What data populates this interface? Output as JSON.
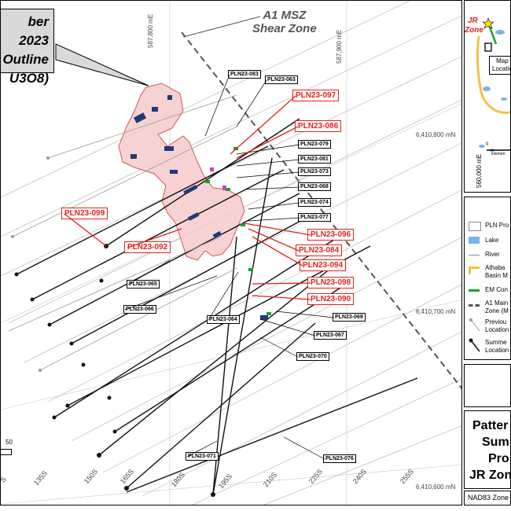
{
  "title_box": {
    "line1": "ber 2023",
    "line2": "Outline",
    "line3": "U3O8)"
  },
  "shear_zone": {
    "line1": "A1 MSZ",
    "line2": "Shear Zone"
  },
  "grid": {
    "easting_labels": [
      "587,800 mE",
      "587,900 mE"
    ],
    "northing_labels": [
      "6,410,800 mN",
      "6,410,700 mN",
      "6,410,600 mN"
    ],
    "section_labels": [
      "135S",
      "150S",
      "165S",
      "180S",
      "195S",
      "210S",
      "225S",
      "240S",
      "255S"
    ],
    "section_label_partial": "S",
    "scale_value": "50"
  },
  "callouts_black": [
    "PLN23-083",
    "PLN23-063",
    "PLN23-079",
    "PLN23-081",
    "PLN23-073",
    "PLN23-068",
    "PLN23-074",
    "PLN23-077",
    "PLN23-065",
    "PLN23-066",
    "PLN23-064",
    "PLN23-069",
    "PLN23-067",
    "PLN23-070",
    "PLN23-071",
    "PLN23-076"
  ],
  "callouts_red": [
    "PLN23-097",
    "PLN23-086",
    "PLN23-099",
    "PLN23-092",
    "PLN23-096",
    "PLN23-084",
    "PLN23-094",
    "PLN23-098",
    "PLN23-090"
  ],
  "colors": {
    "red": "#e2231a",
    "outline_fill": "#f6caca",
    "outline_stroke": "#d9534f",
    "em_conductor": "#1a9e2f",
    "lake": "#7ab0ea",
    "basin": "#f5c04a",
    "dark_blue": "#1f3a7a"
  },
  "inset": {
    "zone_label_1": "JR",
    "zone_label_2": "Zone",
    "map_label_1": "Map",
    "map_label_2": "Locatio",
    "scale_label": "kilometr",
    "scale_zero": "0",
    "coord_label": "560,000 mE"
  },
  "legend": {
    "items": [
      "PLN Pro",
      "Lake",
      "River",
      "Athaba",
      "Basin M",
      "EM Con",
      "A1 Main",
      "Zone (M",
      "Previou",
      "Location",
      "Summe",
      "Location"
    ]
  },
  "title_panel": {
    "line1": "Patter",
    "line2": "Sum",
    "line3": "Pro",
    "line4": "JR Zon"
  },
  "footer": {
    "projection": "NAD83 Zone"
  }
}
